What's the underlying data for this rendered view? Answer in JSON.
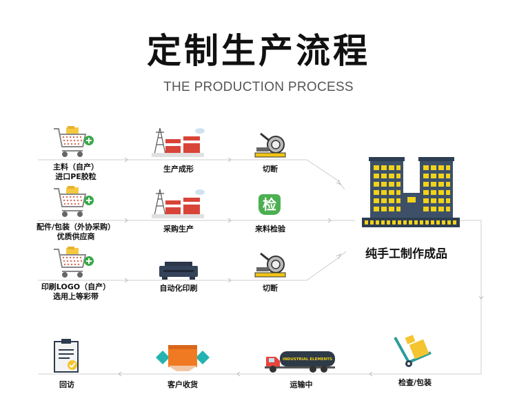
{
  "header": {
    "title": "定制生产流程",
    "subtitle": "THE PRODUCTION PROCESS"
  },
  "rows": [
    {
      "material": [
        "主料（自产）",
        "进口PE胶粒"
      ],
      "process": "生产成形",
      "check": "切断"
    },
    {
      "material": [
        "配件/包装（外协采购）",
        "优质供应商"
      ],
      "process": "采购生产",
      "check": "来料检验",
      "check_icon_text": "检"
    },
    {
      "material": [
        "印刷LOGO（自产）",
        "选用上等彩带"
      ],
      "process": "自动化印刷",
      "check": "切断"
    }
  ],
  "factory": {
    "label": "纯手工制作成品"
  },
  "bottom": {
    "inspect": "检查/包装",
    "transport": "运输中",
    "truck_text": "INDUSTRIAL ELEMENTS",
    "receive": "客户收货",
    "visit": "回访"
  },
  "colors": {
    "line": "#c8c8c8",
    "accent_green": "#4caf50",
    "orange": "#f07a22",
    "building": "#3d5068",
    "window": "#f2d21a"
  }
}
